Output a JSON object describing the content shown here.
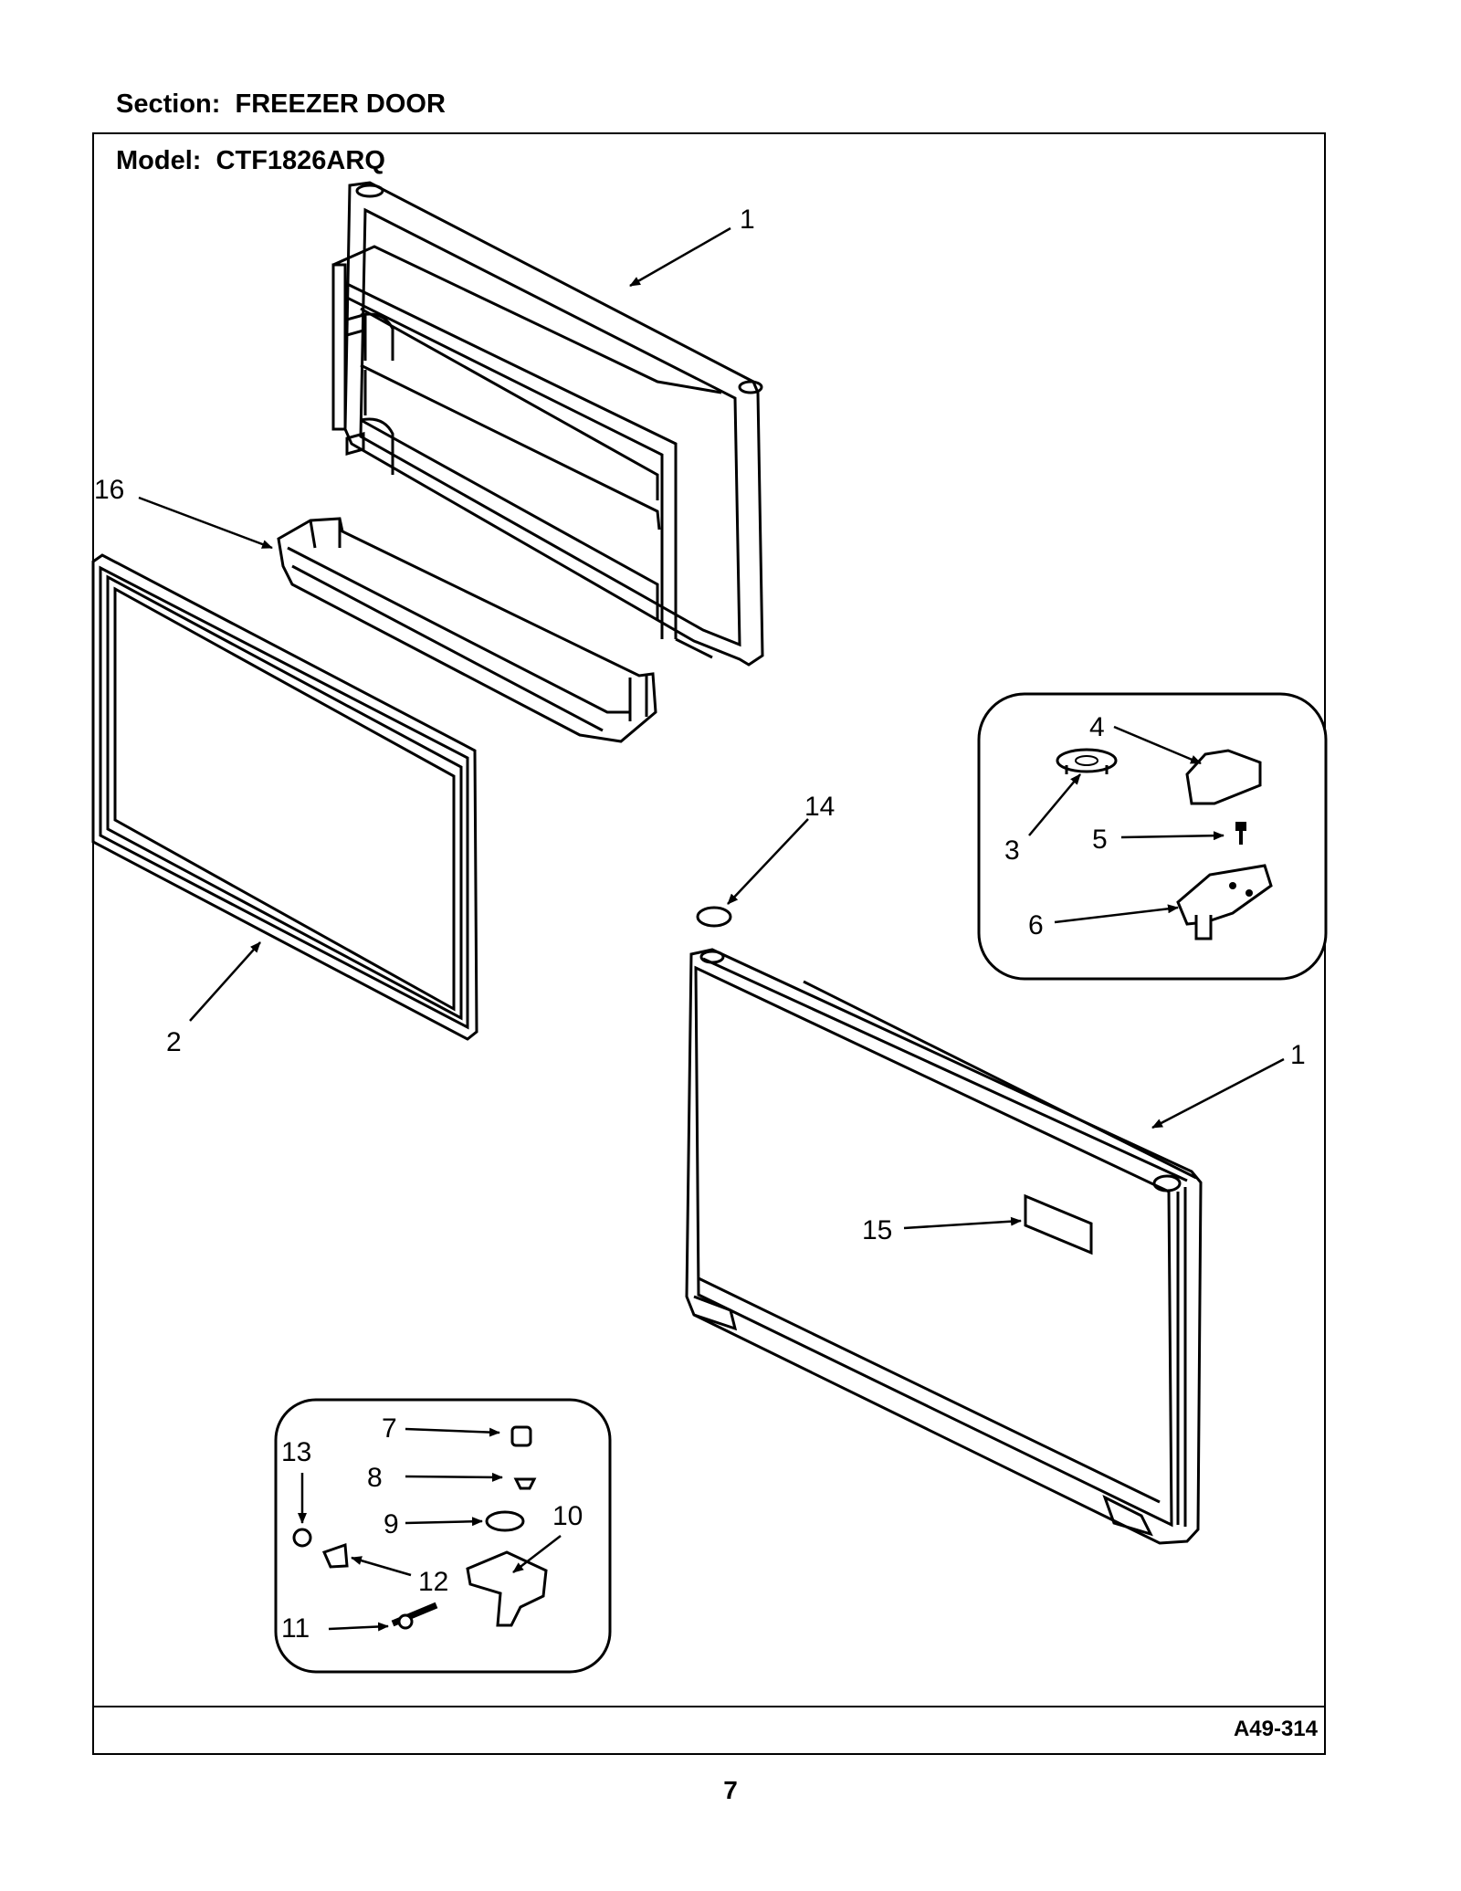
{
  "header": {
    "section": "Section:  FREEZER DOOR",
    "model": "Model:  CTF1826ARQ"
  },
  "footer": {
    "code": "A49-314",
    "page": "7"
  },
  "callouts": [
    "1",
    "16",
    "2",
    "4",
    "3",
    "5",
    "6",
    "14",
    "1",
    "15",
    "7",
    "13",
    "8",
    "9",
    "10",
    "12",
    "11"
  ]
}
